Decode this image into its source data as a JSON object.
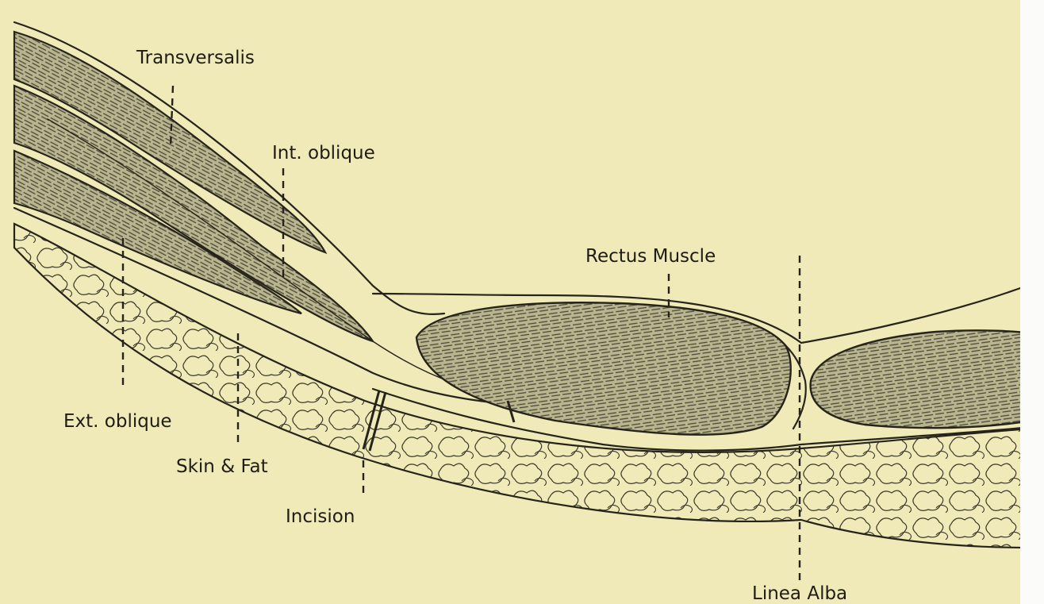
{
  "diagram": {
    "labels": {
      "transversalis": "Transversalis",
      "int_oblique": "Int. oblique",
      "rectus_muscle": "Rectus Muscle",
      "ext_oblique": "Ext. oblique",
      "skin_fat": "Skin & Fat",
      "incision": "Incision",
      "linea_alba": "Linea Alba"
    },
    "colors": {
      "paper": "#efeab8",
      "ink": "#26241a",
      "muscle_hatch": "#5c5a45"
    }
  }
}
